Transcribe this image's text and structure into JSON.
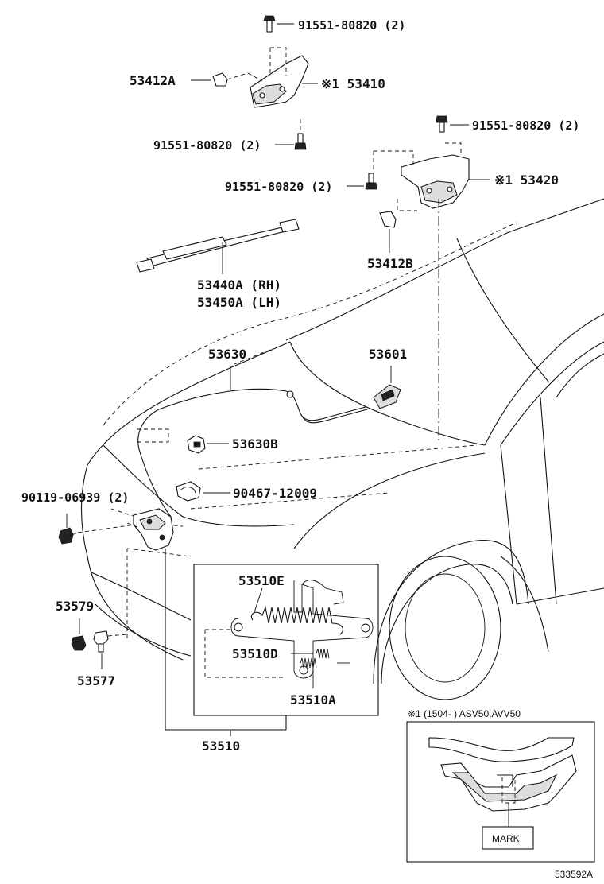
{
  "labels": {
    "bolt_top": "91551-80820 (2)",
    "support_a_clip": "53412A",
    "hinge_rh": "※1 53410",
    "bolt_rh_lower": "91551-80820 (2)",
    "bolt_lh_top": "91551-80820 (2)",
    "bolt_lh_mid": "91551-80820 (2)",
    "hinge_lh": "※1 53420",
    "support_b_clip": "53412B",
    "stay_rh": "53440A (RH)",
    "stay_lh": "53450A (LH)",
    "release_cable": "53630",
    "release_lever": "53601",
    "cable_clip": "53630B",
    "clamp": "90467-12009",
    "lock_bolt": "90119-06939 (2)",
    "cushion": "53579",
    "cushion_b": "53577",
    "spring_e": "53510E",
    "spring_d": "53510D",
    "spring_a": "53510A",
    "lock_assy": "53510"
  },
  "inset": {
    "title": "※1 (1504-     ) ASV50,AVV50",
    "mark_label": "MARK"
  },
  "figure_code": "533592A"
}
